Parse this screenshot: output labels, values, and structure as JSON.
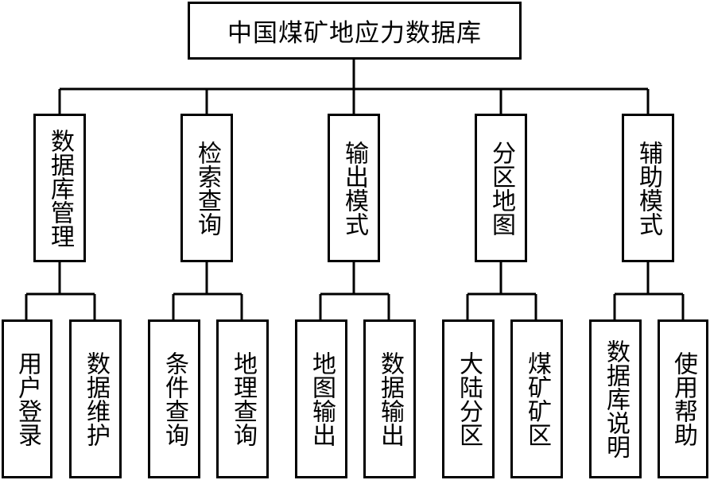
{
  "root": {
    "label": "中国煤矿地应力数据库"
  },
  "modules": [
    {
      "label": "数据库管理",
      "children": [
        {
          "label": "用户登录"
        },
        {
          "label": "数据维护"
        }
      ]
    },
    {
      "label": "检索查询",
      "children": [
        {
          "label": "条件查询"
        },
        {
          "label": "地理查询"
        }
      ]
    },
    {
      "label": "输出模式",
      "children": [
        {
          "label": "地图输出"
        },
        {
          "label": "数据输出"
        }
      ]
    },
    {
      "label": "分区地图",
      "children": [
        {
          "label": "大陆分区"
        },
        {
          "label": "煤矿矿区"
        }
      ]
    },
    {
      "label": "辅助模式",
      "children": [
        {
          "label": "数据库说明"
        },
        {
          "label": "使用帮助"
        }
      ]
    }
  ]
}
